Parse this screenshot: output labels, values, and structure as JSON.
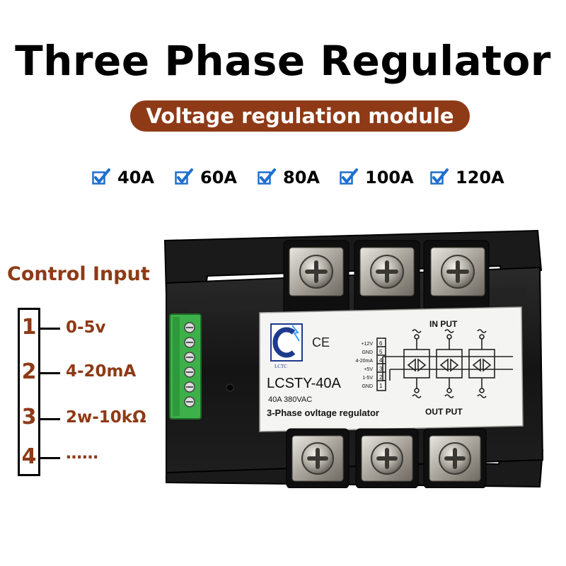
{
  "header": {
    "title": "Three Phase Regulator",
    "subtitle": "Voltage regulation module"
  },
  "ratings": [
    {
      "label": "40A"
    },
    {
      "label": "60A"
    },
    {
      "label": "80A"
    },
    {
      "label": "100A"
    },
    {
      "label": "120A"
    }
  ],
  "control": {
    "title": "Control Input",
    "pins": [
      {
        "number": "1",
        "text": "0-5v"
      },
      {
        "number": "2",
        "text": "4-20mA"
      },
      {
        "number": "3",
        "text": "2w-10kΩ"
      },
      {
        "number": "4",
        "text": "……"
      }
    ]
  },
  "module": {
    "brand": "LCTC",
    "ce_mark": "CE",
    "model": "LCSTY-40A",
    "spec": "40A  380VAC",
    "description": "3-Phase ovltage regulator",
    "input_label": "IN  PUT",
    "output_label": "OUT PUT",
    "terminals": [
      {
        "name": "+12V",
        "num": "6"
      },
      {
        "name": "GND",
        "num": "5"
      },
      {
        "name": "4-20mA",
        "num": "4"
      },
      {
        "name": "+5V",
        "num": "3"
      },
      {
        "name": "1-5V",
        "num": "2"
      },
      {
        "name": "GND",
        "num": "1"
      }
    ]
  },
  "colors": {
    "accent_brown": "#8e3a16",
    "check_blue": "#1e6fd0",
    "terminal_green": "#3db049",
    "housing_black": "#161616"
  },
  "icons": {
    "rating_check": "check-box-icon",
    "brand_logo": "lctc-logo-icon"
  }
}
